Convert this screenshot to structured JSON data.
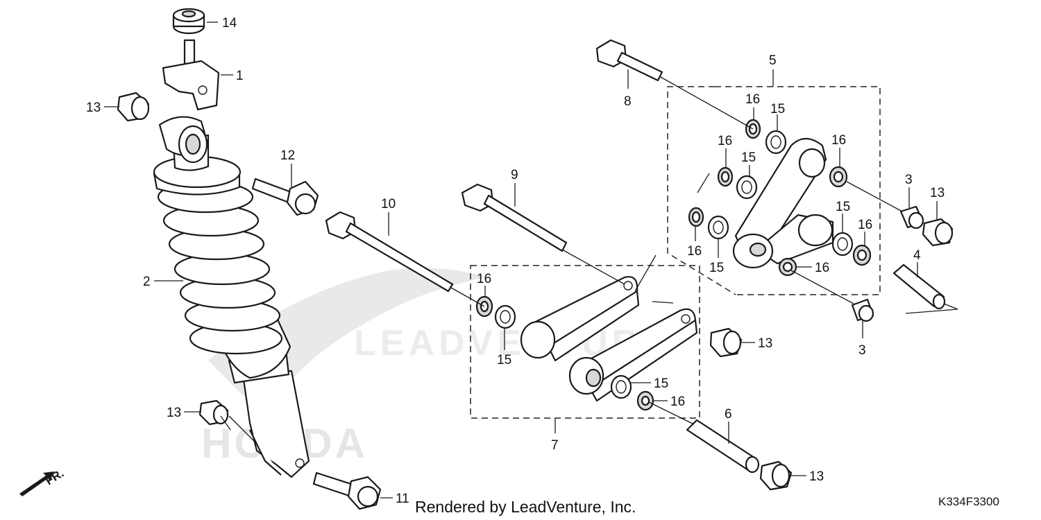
{
  "footer": {
    "credit": "Rendered by LeadVenture, Inc.",
    "code": "K334F3300"
  },
  "direction": {
    "label": "FR."
  },
  "watermark": {
    "text": "LEADVENTURE",
    "brand": "HONDA"
  },
  "callouts": {
    "c1": "1",
    "c2": "2",
    "c3a": "3",
    "c3b": "3",
    "c4": "4",
    "c5": "5",
    "c6": "6",
    "c7": "7",
    "c8": "8",
    "c9": "9",
    "c10": "10",
    "c11": "11",
    "c12": "12",
    "c13a": "13",
    "c13b": "13",
    "c13c": "13",
    "c13d": "13",
    "c13e": "13",
    "c14": "14",
    "c15a": "15",
    "c15b": "15",
    "c15c": "15",
    "c15d": "15",
    "c15e": "15",
    "c15f": "15",
    "c16a": "16",
    "c16b": "16",
    "c16c": "16",
    "c16d": "16",
    "c16e": "16",
    "c16f": "16",
    "c16g": "16",
    "c16h": "16"
  },
  "colors": {
    "line": "#1a1a1a",
    "watermark": "#e9e9e9",
    "background": "#ffffff"
  }
}
